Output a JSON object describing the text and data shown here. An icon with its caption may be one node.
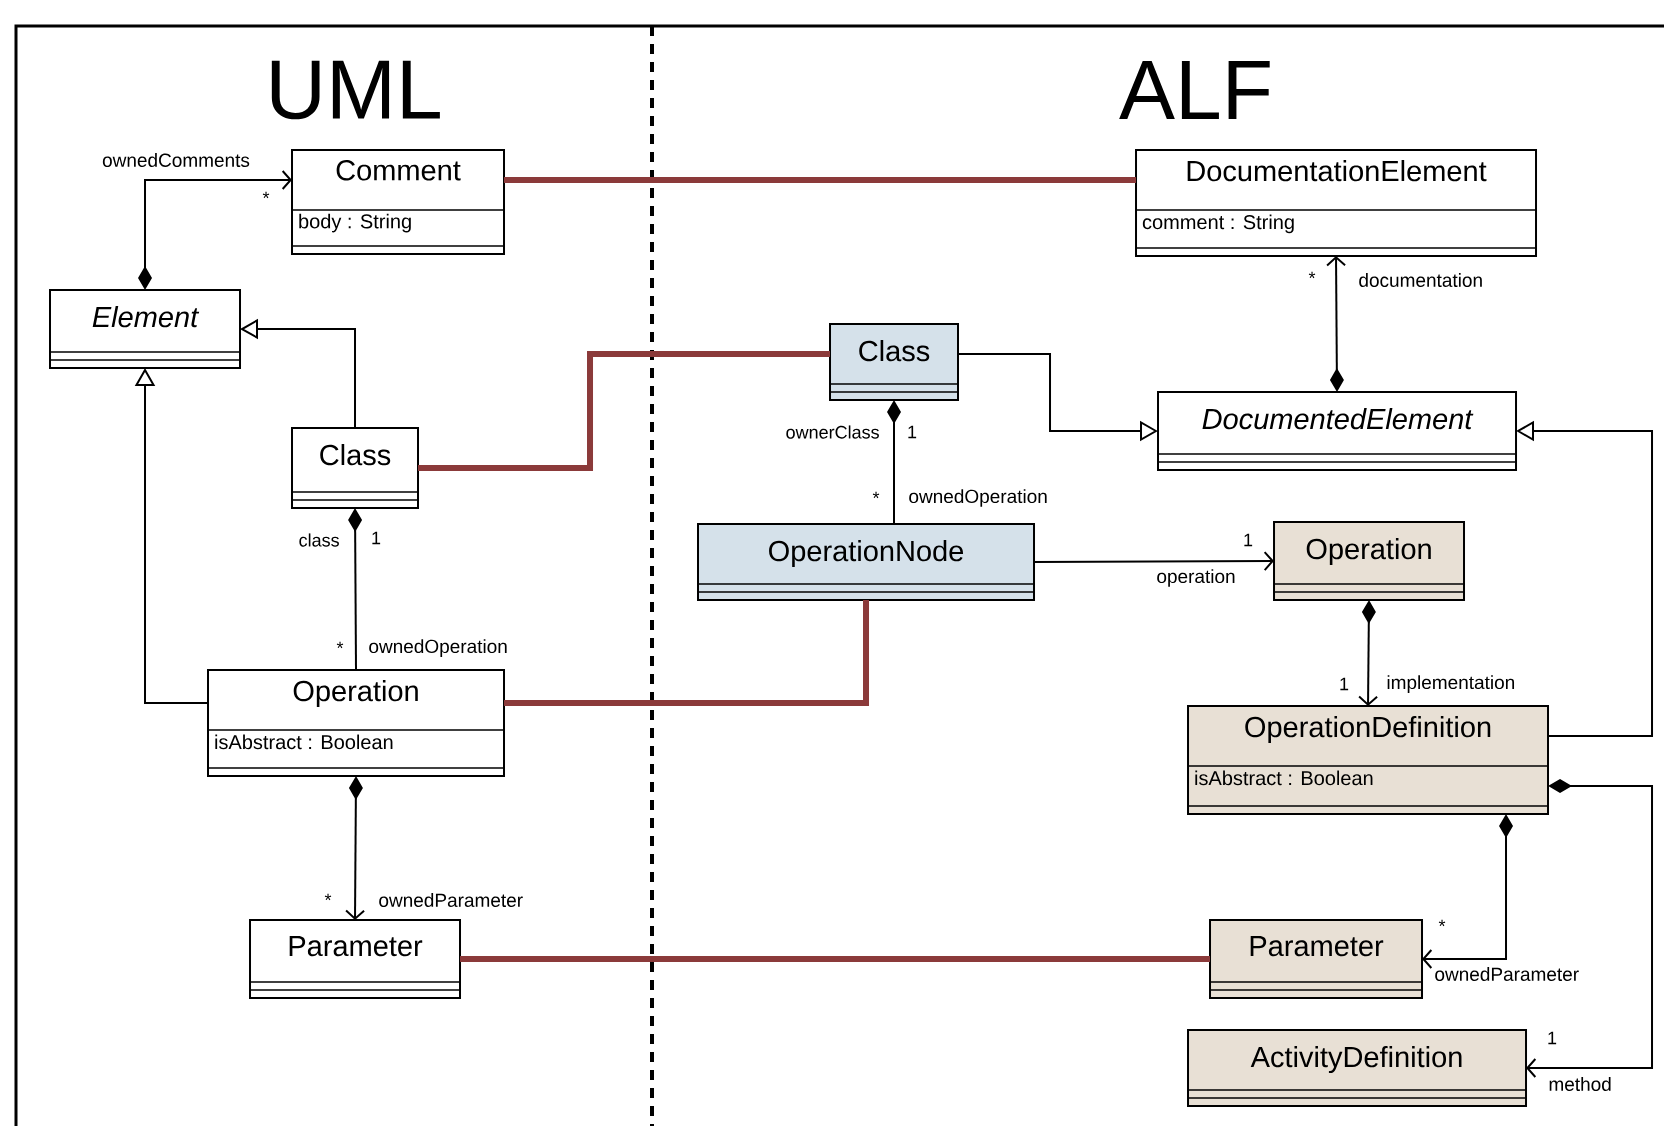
{
  "diagram": {
    "nodes": [
      {
        "text": [
          "Comment",
          "body : String"
        ]
      },
      {
        "text": [
          "Element"
        ]
      },
      {
        "text": [
          "Class"
        ]
      },
      {
        "text": [
          "Operation",
          "isAbstract : Boolean"
        ]
      },
      {
        "text": [
          "Parameter"
        ]
      },
      {
        "text": [
          "DocumentationElement",
          "comment : String"
        ]
      },
      {
        "text": [
          "Class"
        ]
      },
      {
        "text": [
          "DocumentedElement"
        ]
      },
      {
        "text": [
          "OperationNode"
        ]
      },
      {
        "text": [
          "Operation"
        ]
      },
      {
        "text": [
          "OperationDefinition",
          "isAbstract : Boolean"
        ]
      },
      {
        "text": [
          "Parameter"
        ]
      },
      {
        "text": [
          "ActivityDefinition"
        ]
      }
    ],
    "edges": [
      {
        "from": 1,
        "to": 0,
        "arrow": "to",
        "label": "ownedComments"
      },
      {
        "from": 2,
        "to": 1,
        "arrow": "to"
      },
      {
        "from": 3,
        "to": 1,
        "arrow": "to"
      },
      {
        "from": 2,
        "to": 3,
        "arrow": "other",
        "label": "ownedOperation"
      },
      {
        "from": 3,
        "to": 4,
        "arrow": "to",
        "label": "ownedParameter"
      },
      {
        "from": 0,
        "to": 5,
        "arrow": "none",
        "style": "thick",
        "color": "#8b3a3a"
      },
      {
        "from": 2,
        "to": 6,
        "arrow": "none",
        "style": "thick",
        "color": "#8b3a3a"
      },
      {
        "from": 3,
        "to": 8,
        "arrow": "none",
        "style": "thick",
        "color": "#8b3a3a"
      },
      {
        "from": 4,
        "to": 11,
        "arrow": "none",
        "style": "thick",
        "color": "#8b3a3a"
      },
      {
        "from": 7,
        "to": 5,
        "arrow": "to",
        "label": "documentation"
      },
      {
        "from": 6,
        "to": 7,
        "arrow": "to"
      },
      {
        "from": 6,
        "to": 8,
        "arrow": "other",
        "label": "ownedOperation"
      },
      {
        "from": 8,
        "to": 9,
        "arrow": "to",
        "label": "operation"
      },
      {
        "from": 9,
        "to": 10,
        "arrow": "to",
        "label": "implementation"
      },
      {
        "from": 10,
        "to": 7,
        "arrow": "to"
      },
      {
        "from": 10,
        "to": 11,
        "arrow": "to",
        "label": "ownedParameter"
      },
      {
        "from": 10,
        "to": 12,
        "arrow": "to",
        "label": "method"
      }
    ],
    "labels": [
      "UML",
      "ALF",
      "*",
      "*",
      "ownerClass",
      "1",
      "class",
      "1",
      "*",
      "*",
      "1",
      "1",
      "*",
      "*",
      "1"
    ]
  }
}
